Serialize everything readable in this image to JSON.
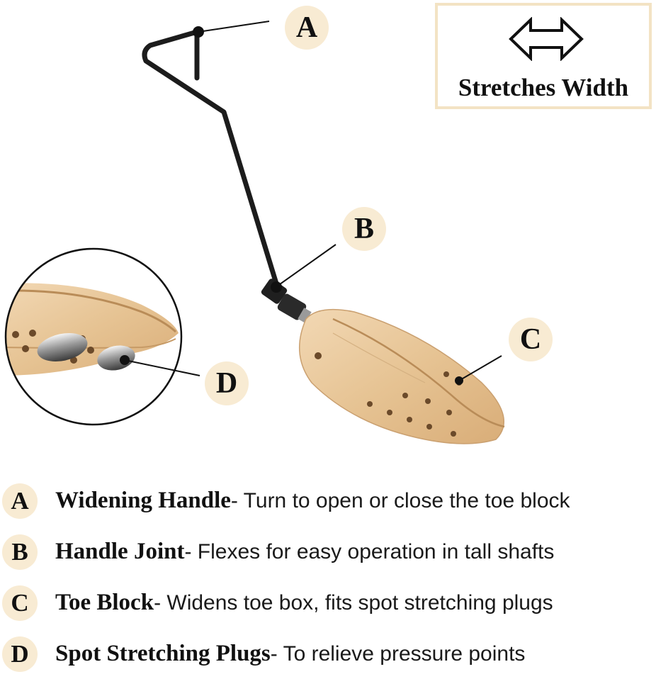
{
  "feature_box": {
    "label": "Stretches Width",
    "arrow_icon": "double-arrow-icon"
  },
  "callouts": [
    {
      "letter": "A"
    },
    {
      "letter": "B"
    },
    {
      "letter": "C"
    },
    {
      "letter": "D"
    }
  ],
  "legend": [
    {
      "letter": "A",
      "title": "Widening Handle",
      "description": "- Turn to open or close the toe block"
    },
    {
      "letter": "B",
      "title": "Handle Joint",
      "description": "- Flexes for easy operation in tall shafts"
    },
    {
      "letter": "C",
      "title": "Toe Block",
      "description": "- Widens toe box, fits spot stretching plugs"
    },
    {
      "letter": "D",
      "title": "Spot Stretching Plugs",
      "description": "- To relieve pressure points"
    }
  ],
  "colors": {
    "badge_fill": "#f8ebd3",
    "box_border": "#f3e3c4",
    "wood": "#e9c9a0",
    "handle": "#1c1c1c"
  }
}
